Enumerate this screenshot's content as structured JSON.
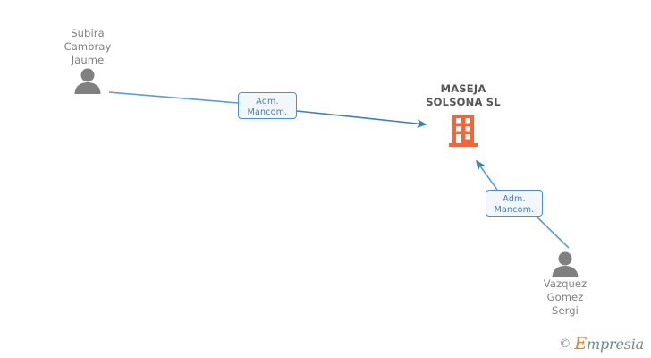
{
  "graph": {
    "title": "MASEJA SOLSONA SL relation chart",
    "colors": {
      "edge": "#4a90d9",
      "relation_border": "#4a90d9",
      "relation_fill": "#f2f7fc",
      "relation_text": "#3b7dc4",
      "person": "#808080",
      "company_icon": "#f4663a",
      "company_text": "#555555",
      "background": "#ffffff"
    },
    "company": {
      "name": "MASEJA\nSOLSONA SL",
      "icon": "office-building-icon"
    },
    "persons": [
      {
        "id": "person-subira-cambray-jaume",
        "name": "Subira\nCambray\nJaume",
        "icon": "person-icon"
      },
      {
        "id": "person-vazquez-gomez-sergi",
        "name": "Vazquez\nGomez\nSergi",
        "icon": "person-icon"
      }
    ],
    "relations": [
      {
        "id": "relation-1",
        "label": "Adm.\nMancom.",
        "from": "person-subira-cambray-jaume",
        "to": "company"
      },
      {
        "id": "relation-2",
        "label": "Adm.\nMancom.",
        "from": "person-vazquez-gomez-sergi",
        "to": "company"
      }
    ]
  },
  "watermark": {
    "copyright": "©",
    "brand_initial": "E",
    "brand_rest": "mpresia"
  }
}
